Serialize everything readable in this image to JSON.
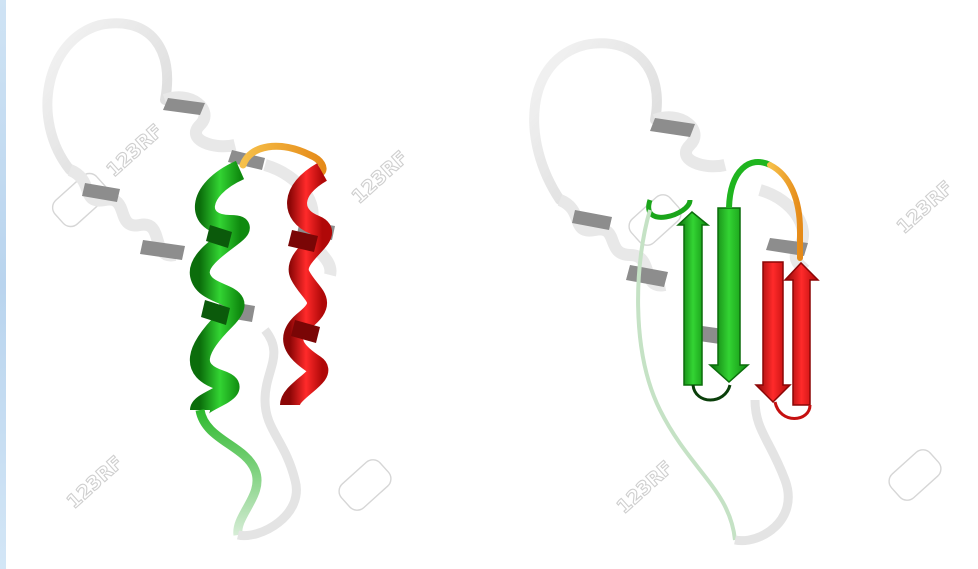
{
  "image": {
    "subject": "protein-structure-illustration",
    "palette": {
      "background": "#ffffff",
      "coil": "#e6e6e6",
      "coil_shadow": "#8c8c8c",
      "green": "#1fb51f",
      "green_dark": "#0b6d0b",
      "red": "#e51010",
      "red_dark": "#8c0606",
      "orange": "#f2a12a",
      "watermark": "#d0d0d0"
    },
    "panels": [
      {
        "name": "alpha-helix-conformation",
        "elements": [
          "coil",
          "green-helix",
          "red-helix",
          "orange-turn"
        ]
      },
      {
        "name": "beta-sheet-conformation",
        "elements": [
          "coil",
          "green-strands",
          "red-strands",
          "orange-turn"
        ]
      }
    ],
    "watermark_text": "123RF"
  }
}
